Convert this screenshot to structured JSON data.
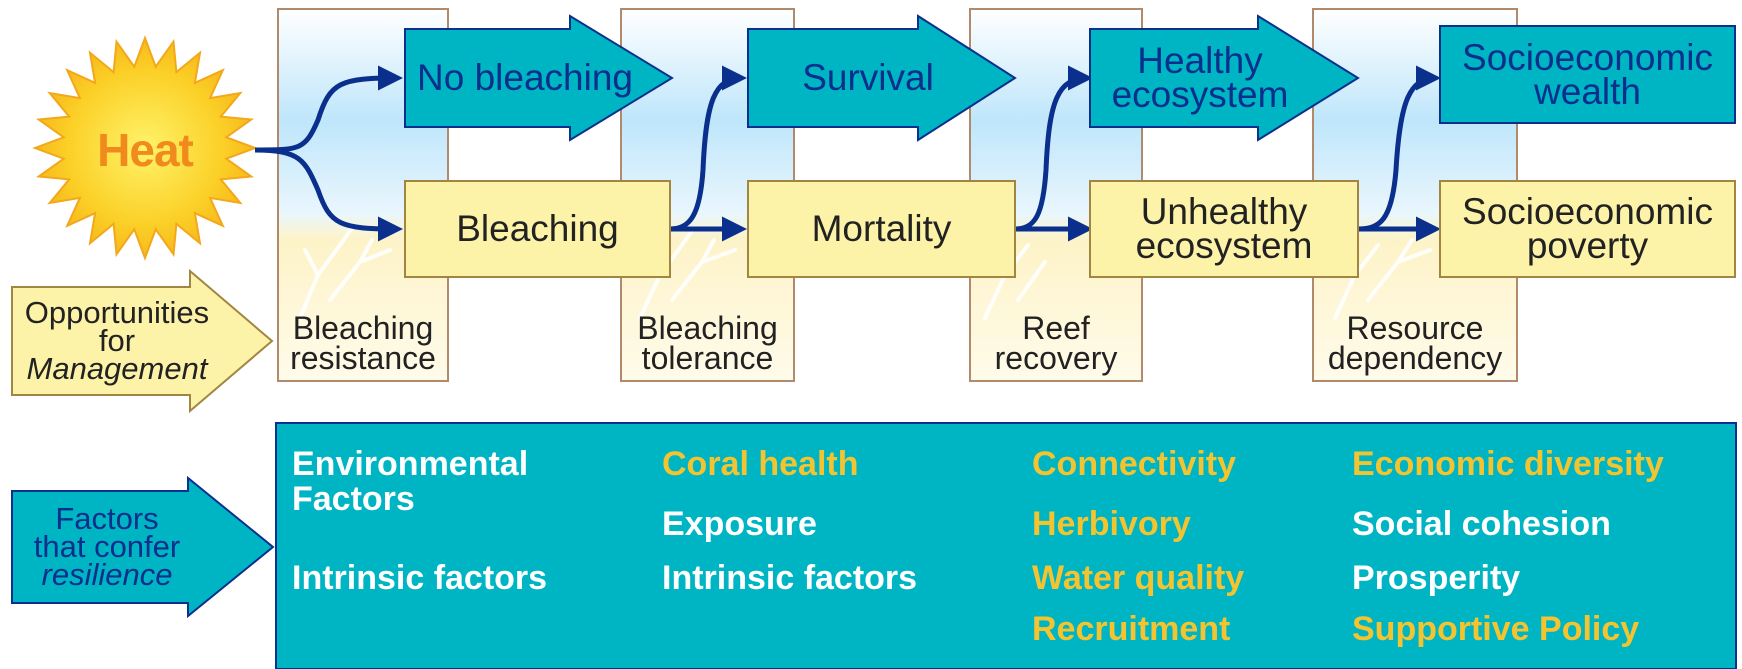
{
  "heat": "Heat",
  "outcomes": {
    "no_bleaching": "No bleaching",
    "survival": "Survival",
    "healthy_ecosystem": [
      "Healthy",
      "ecosystem"
    ],
    "socioeconomic_wealth": [
      "Socioeconomic",
      "wealth"
    ],
    "bleaching": "Bleaching",
    "mortality": "Mortality",
    "unhealthy_ecosystem": [
      "Unhealthy",
      "ecosystem"
    ],
    "socioeconomic_poverty": [
      "Socioeconomic",
      "poverty"
    ]
  },
  "stages": [
    [
      "Bleaching",
      "resistance"
    ],
    [
      "Bleaching",
      "tolerance"
    ],
    [
      "Reef",
      "recovery"
    ],
    [
      "Resource",
      "dependency"
    ]
  ],
  "opportunities": [
    "Opportunities",
    "for",
    "Management"
  ],
  "resilience": [
    "Factors",
    "that confer",
    "resilience"
  ],
  "factors": {
    "col1": [
      "Environmental",
      "Factors",
      "Intrinsic factors"
    ],
    "col2": [
      "Coral health",
      "Exposure",
      "Intrinsic factors"
    ],
    "col3": [
      "Connectivity",
      "Herbivory",
      "Water quality",
      "Recruitment"
    ],
    "col4": [
      "Economic diversity",
      "Social cohesion",
      "Prosperity",
      "Supportive Policy"
    ]
  },
  "colors": {
    "teal": "#00b5c3",
    "yellow": "#fcf2a8",
    "navy": "#0a2f8c",
    "factor_highlight": "#f4c430",
    "sun": "#fbd027"
  }
}
